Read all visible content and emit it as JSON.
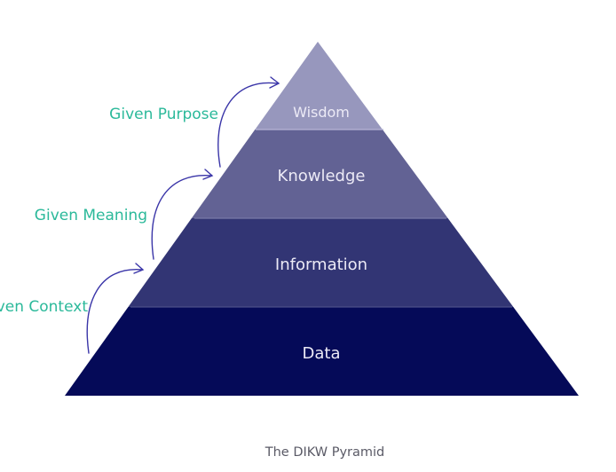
{
  "pyramid": {
    "levels": [
      {
        "label": "Wisdom",
        "color": "#9797bd"
      },
      {
        "label": "Knowledge",
        "color": "#626294"
      },
      {
        "label": "Information",
        "color": "#323574"
      },
      {
        "label": "Data",
        "color": "#050a58"
      }
    ]
  },
  "transitions": [
    {
      "label": "Given Purpose"
    },
    {
      "label": "Given Meaning"
    },
    {
      "label": "Given Context"
    }
  ],
  "colors": {
    "arrow": "#3a35a8",
    "transition_text": "#2bb99a"
  },
  "caption": "The DIKW Pyramid"
}
